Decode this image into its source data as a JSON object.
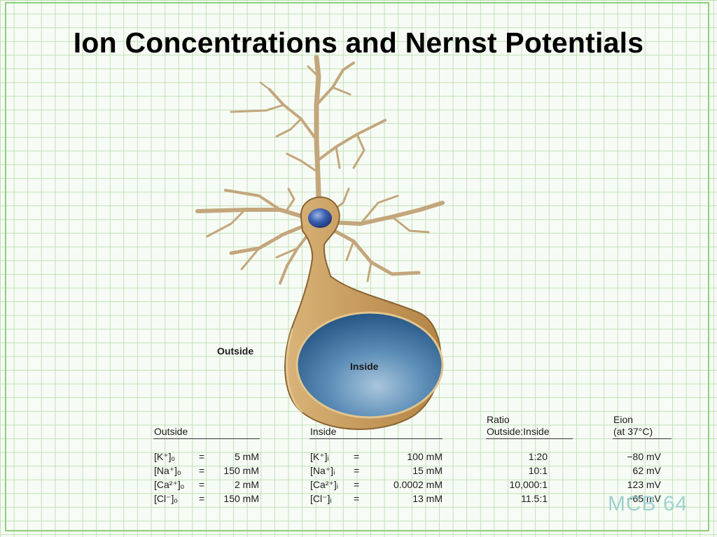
{
  "slide": {
    "title": "Ion Concentrations and Nernst Potentials",
    "logo": "MCB 64"
  },
  "diagram": {
    "outside_label": "Outside",
    "inside_label": "Inside",
    "colors": {
      "membrane": "#c9a064",
      "membrane_dark": "#8a6330",
      "inside_fill": "#3f79a8",
      "nucleus": "#2a4f9a"
    }
  },
  "table": {
    "headers": {
      "outside": "Outside",
      "inside": "Inside",
      "ratio_line1": "Ratio",
      "ratio_line2": "Outside:Inside",
      "eion_line1": "Eion",
      "eion_line2": "(at 37°C)"
    },
    "rows": [
      {
        "out_ion": "[K⁺]ₒ",
        "out_eq": "=",
        "out_val": "5 mM",
        "in_ion": "[K⁺]ᵢ",
        "in_eq": "=",
        "in_val": "100 mM",
        "ratio": "1:20",
        "eion": "−80 mV"
      },
      {
        "out_ion": "[Na⁺]ₒ",
        "out_eq": "=",
        "out_val": "150 mM",
        "in_ion": "[Na⁺]ᵢ",
        "in_eq": "=",
        "in_val": "15 mM",
        "ratio": "10:1",
        "eion": "62 mV"
      },
      {
        "out_ion": "[Ca²⁺]ₒ",
        "out_eq": "=",
        "out_val": "2 mM",
        "in_ion": "[Ca²⁺]ᵢ",
        "in_eq": "=",
        "in_val": "0.0002 mM",
        "ratio": "10,000:1",
        "eion": "123 mV"
      },
      {
        "out_ion": "[Cl⁻]ₒ",
        "out_eq": "=",
        "out_val": "150 mM",
        "in_ion": "[Cl⁻]ᵢ",
        "in_eq": "=",
        "in_val": "13 mM",
        "ratio": "11.5:1",
        "eion": "−65 mV"
      }
    ]
  }
}
